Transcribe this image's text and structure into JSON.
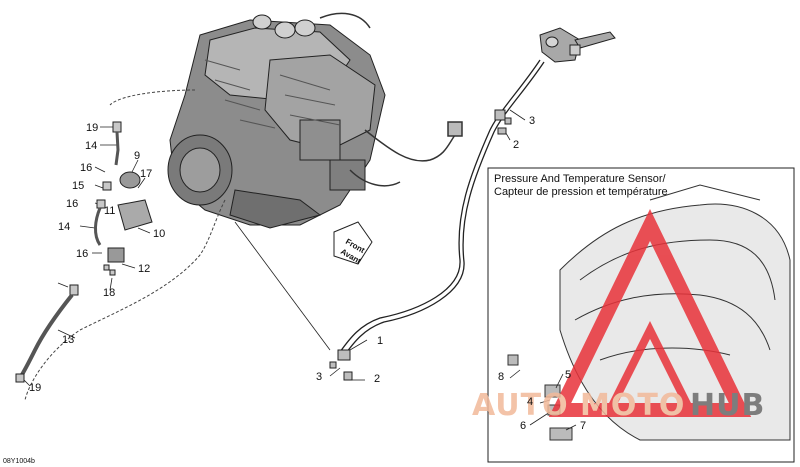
{
  "inset": {
    "title_line1": "Pressure And Temperature Sensor/",
    "title_line2": "Capteur de pression et température"
  },
  "front_arrow": {
    "line1": "Front",
    "line2": "Avant"
  },
  "callouts": {
    "c1": "1",
    "c2a": "2",
    "c2b": "2",
    "c3a": "3",
    "c3b": "3",
    "c4": "4",
    "c5": "5",
    "c6": "6",
    "c7": "7",
    "c8": "8",
    "c9": "9",
    "c10": "10",
    "c11": "11",
    "c12": "12",
    "c13": "13",
    "c14a": "14",
    "c14b": "14",
    "c15": "15",
    "c16a": "16",
    "c16b": "16",
    "c16c": "16",
    "c17": "17",
    "c18": "18",
    "c19a": "19",
    "c19b": "19"
  },
  "watermark": {
    "part1": "AUTO",
    "part2": "MOTO",
    "part3": "HUB",
    "colors": {
      "auto": "#f2b99a",
      "moto": "#f2b99a",
      "hub": "#6b6b6b",
      "logo": "#e8323a"
    }
  },
  "drawing_code": "08Y1004b"
}
